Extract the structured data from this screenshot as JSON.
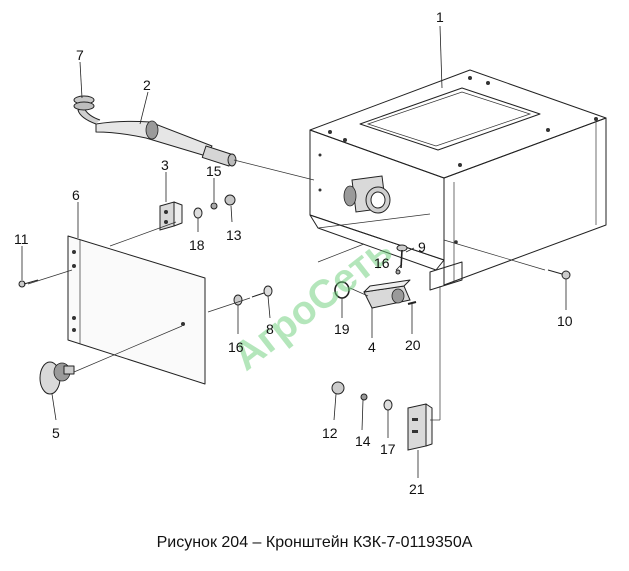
{
  "caption": "Рисунок 204 – Кронштейн КЗК-7-0119350А",
  "watermark": "АгроСеть",
  "callouts": [
    {
      "id": "1",
      "label": "1"
    },
    {
      "id": "2",
      "label": "2"
    },
    {
      "id": "3",
      "label": "3"
    },
    {
      "id": "4",
      "label": "4"
    },
    {
      "id": "5",
      "label": "5"
    },
    {
      "id": "6",
      "label": "6"
    },
    {
      "id": "7",
      "label": "7"
    },
    {
      "id": "8",
      "label": "8"
    },
    {
      "id": "9",
      "label": "9"
    },
    {
      "id": "10",
      "label": "10"
    },
    {
      "id": "11",
      "label": "11"
    },
    {
      "id": "12",
      "label": "12"
    },
    {
      "id": "13",
      "label": "13"
    },
    {
      "id": "14",
      "label": "14"
    },
    {
      "id": "15",
      "label": "15"
    },
    {
      "id": "16a",
      "label": "16"
    },
    {
      "id": "16b",
      "label": "16"
    },
    {
      "id": "17",
      "label": "17"
    },
    {
      "id": "18",
      "label": "18"
    },
    {
      "id": "19",
      "label": "19"
    },
    {
      "id": "20",
      "label": "20"
    },
    {
      "id": "21",
      "label": "21"
    }
  ]
}
